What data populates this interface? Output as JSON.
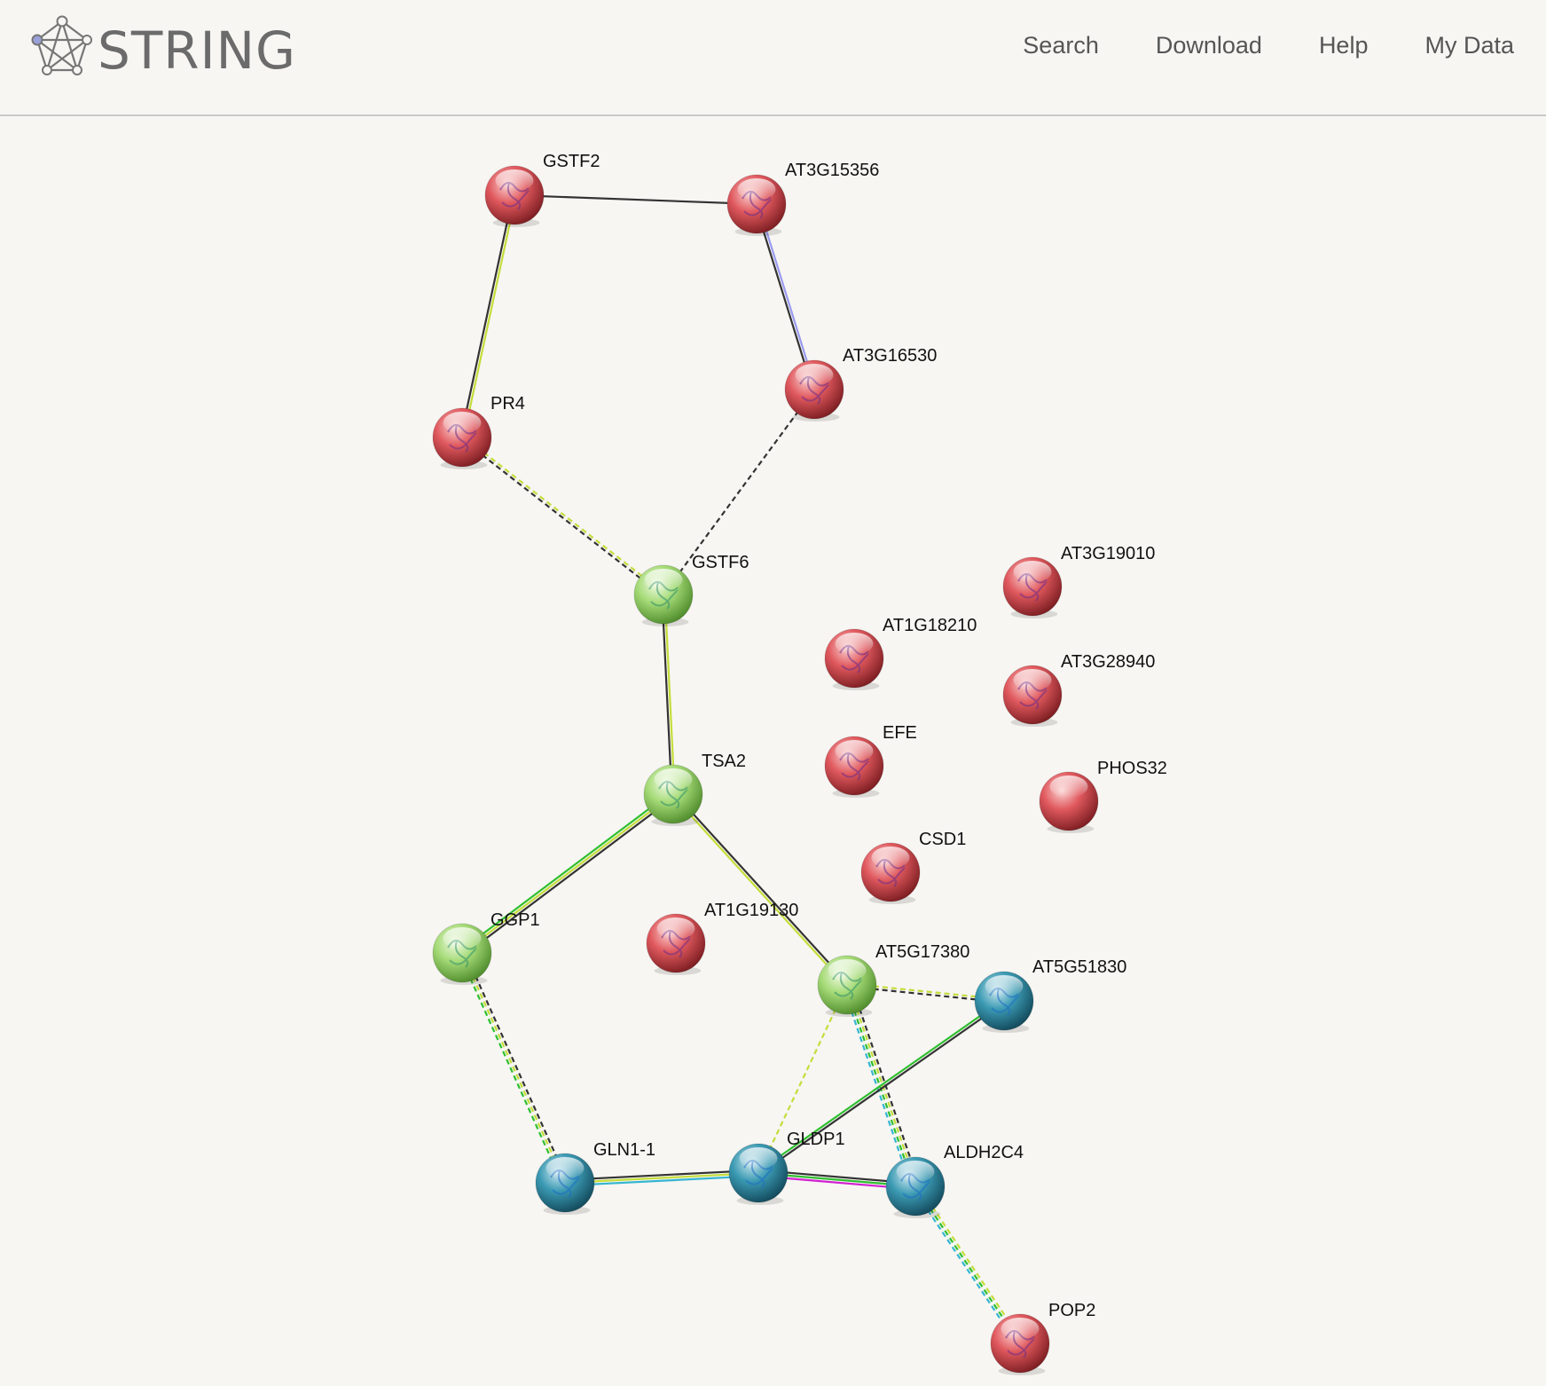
{
  "app": {
    "title": "STRING",
    "logo_icon": "string-network-logo-icon"
  },
  "nav": {
    "search": "Search",
    "download": "Download",
    "help": "Help",
    "my_data": "My Data"
  },
  "network": {
    "colors": {
      "red": "#e0595e",
      "green": "#9bd466",
      "teal": "#2f8fa8",
      "black": "#333333",
      "yellowgreen": "#c5dd3a",
      "green_edge": "#2fbf2f",
      "cyan": "#35b5d1",
      "magenta": "#d21fd2",
      "lilac": "#9a9af0"
    },
    "nodes": [
      {
        "id": "GSTF2",
        "label": "GSTF2",
        "color": "red"
      },
      {
        "id": "AT3G15356",
        "label": "AT3G15356",
        "color": "red"
      },
      {
        "id": "AT3G16530",
        "label": "AT3G16530",
        "color": "red"
      },
      {
        "id": "PR4",
        "label": "PR4",
        "color": "red"
      },
      {
        "id": "GSTF6",
        "label": "GSTF6",
        "color": "green"
      },
      {
        "id": "AT3G19010",
        "label": "AT3G19010",
        "color": "red"
      },
      {
        "id": "AT1G18210",
        "label": "AT1G18210",
        "color": "red"
      },
      {
        "id": "AT3G28940",
        "label": "AT3G28940",
        "color": "red"
      },
      {
        "id": "EFE",
        "label": "EFE",
        "color": "red"
      },
      {
        "id": "PHOS32",
        "label": "PHOS32",
        "color": "red"
      },
      {
        "id": "TSA2",
        "label": "TSA2",
        "color": "green"
      },
      {
        "id": "CSD1",
        "label": "CSD1",
        "color": "red"
      },
      {
        "id": "GGP1",
        "label": "GGP1",
        "color": "green"
      },
      {
        "id": "AT1G19130",
        "label": "AT1G19130",
        "color": "red"
      },
      {
        "id": "AT5G17380",
        "label": "AT5G17380",
        "color": "green"
      },
      {
        "id": "AT5G51830",
        "label": "AT5G51830",
        "color": "teal"
      },
      {
        "id": "GLN1-1",
        "label": "GLN1-1",
        "color": "teal"
      },
      {
        "id": "GLDP1",
        "label": "GLDP1",
        "color": "teal"
      },
      {
        "id": "ALDH2C4",
        "label": "ALDH2C4",
        "color": "teal"
      },
      {
        "id": "POP2",
        "label": "POP2",
        "color": "red"
      }
    ],
    "edges": [
      {
        "source": "GSTF2",
        "target": "AT3G15356",
        "colors": [
          "black"
        ],
        "dashed": false
      },
      {
        "source": "GSTF2",
        "target": "PR4",
        "colors": [
          "yellowgreen",
          "black"
        ],
        "dashed": false
      },
      {
        "source": "AT3G15356",
        "target": "AT3G16530",
        "colors": [
          "lilac",
          "black"
        ],
        "dashed": false
      },
      {
        "source": "PR4",
        "target": "GSTF6",
        "colors": [
          "yellowgreen",
          "black"
        ],
        "dashed": true
      },
      {
        "source": "AT3G16530",
        "target": "GSTF6",
        "colors": [
          "black"
        ],
        "dashed": true
      },
      {
        "source": "GSTF6",
        "target": "TSA2",
        "colors": [
          "yellowgreen",
          "black"
        ],
        "dashed": false
      },
      {
        "source": "TSA2",
        "target": "GGP1",
        "colors": [
          "black",
          "yellowgreen",
          "green_edge"
        ],
        "dashed": false
      },
      {
        "source": "TSA2",
        "target": "AT5G17380",
        "colors": [
          "black",
          "yellowgreen"
        ],
        "dashed": false
      },
      {
        "source": "GGP1",
        "target": "GLN1-1",
        "colors": [
          "black",
          "yellowgreen",
          "green_edge"
        ],
        "dashed": true
      },
      {
        "source": "AT5G17380",
        "target": "AT5G51830",
        "colors": [
          "yellowgreen",
          "black"
        ],
        "dashed": true
      },
      {
        "source": "AT5G17380",
        "target": "GLDP1",
        "colors": [
          "yellowgreen"
        ],
        "dashed": true
      },
      {
        "source": "AT5G17380",
        "target": "ALDH2C4",
        "colors": [
          "black",
          "yellowgreen",
          "green_edge",
          "cyan"
        ],
        "dashed": true
      },
      {
        "source": "AT5G51830",
        "target": "GLDP1",
        "colors": [
          "black",
          "green_edge"
        ],
        "dashed": false
      },
      {
        "source": "GLN1-1",
        "target": "GLDP1",
        "colors": [
          "black",
          "yellowgreen",
          "cyan"
        ],
        "dashed": false
      },
      {
        "source": "GLDP1",
        "target": "ALDH2C4",
        "colors": [
          "black",
          "green_edge",
          "magenta"
        ],
        "dashed": false
      },
      {
        "source": "ALDH2C4",
        "target": "POP2",
        "colors": [
          "yellowgreen",
          "green_edge",
          "cyan"
        ],
        "dashed": true
      }
    ]
  }
}
